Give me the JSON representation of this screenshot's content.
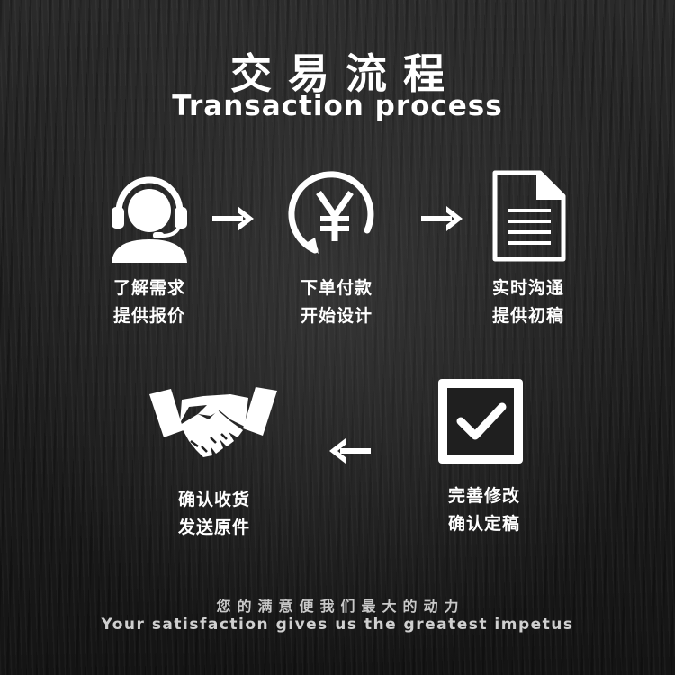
{
  "header": {
    "title_zh": "交易流程",
    "title_en": "Transaction process"
  },
  "steps": [
    {
      "icon": "headset-user-icon",
      "line1": "了解需求",
      "line2": "提供报价"
    },
    {
      "icon": "yuan-coin-icon",
      "line1": "下单付款",
      "line2": "开始设计"
    },
    {
      "icon": "document-icon",
      "line1": "实时沟通",
      "line2": "提供初稿"
    },
    {
      "icon": "checkbox-check-icon",
      "line1": "完善修改",
      "line2": "确认定稿"
    },
    {
      "icon": "handshake-icon",
      "line1": "确认收货",
      "line2": "发送原件"
    }
  ],
  "arrows": [
    "arrow-right-icon",
    "arrow-right-icon",
    "arrow-left-icon"
  ],
  "footer": {
    "slogan_zh": "您的满意便我们最大的动力",
    "slogan_en": "Your satisfaction gives us the greatest impetus"
  },
  "colors": {
    "foreground": "#ffffff",
    "background": "#1f1f1f"
  }
}
